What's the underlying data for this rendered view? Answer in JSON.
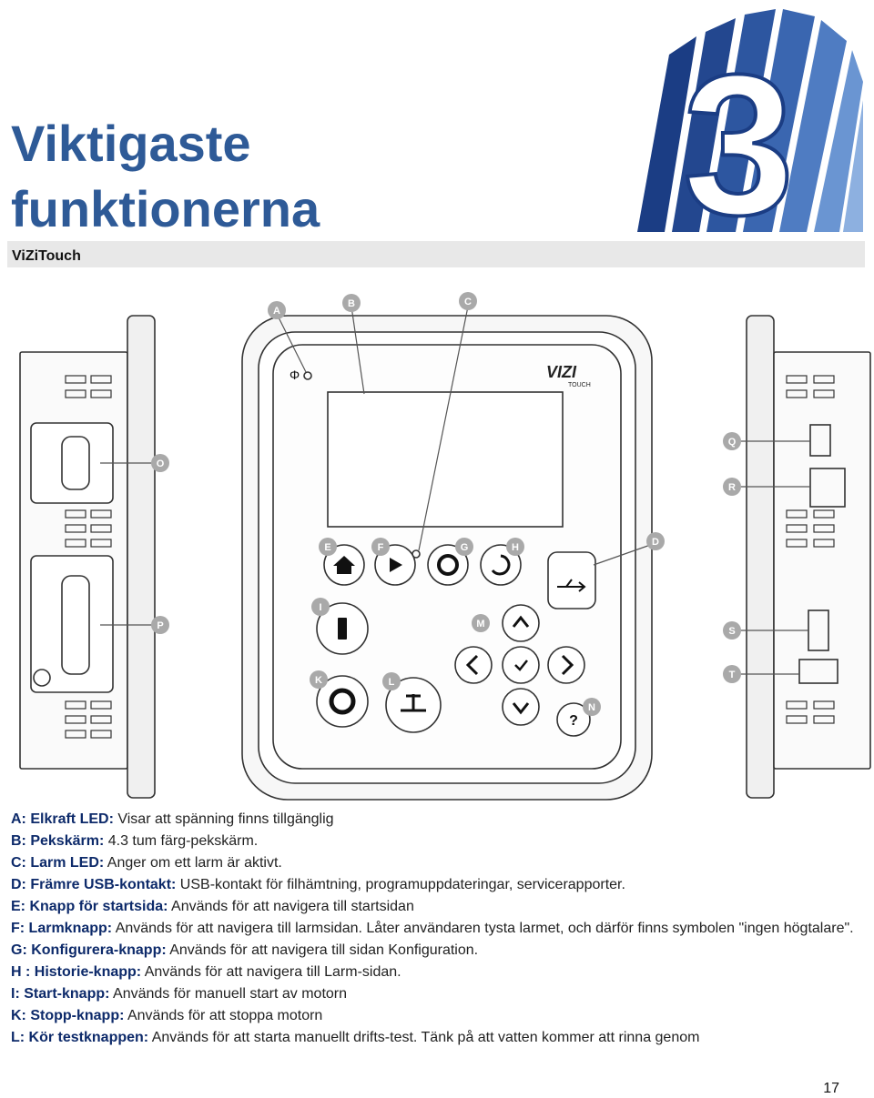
{
  "header": {
    "title_line1": "Viktigaste",
    "title_line2": "funktionerna",
    "subtitle": "ViZiTouch"
  },
  "logo": {
    "glyph": "3",
    "colors": {
      "dark": "#1b3d84",
      "light": "#4f7cc2"
    }
  },
  "device": {
    "brand_logo": "VIZI",
    "brand_sub": "TOUCH",
    "callouts": [
      "A",
      "B",
      "C",
      "D",
      "E",
      "F",
      "G",
      "H",
      "I",
      "K",
      "L",
      "M",
      "N",
      "O",
      "P",
      "Q",
      "R",
      "S",
      "T"
    ],
    "power_symbol": "Φ"
  },
  "legend": [
    {
      "key": "A: Elkraft LED:",
      "text": " Visar att spänning finns tillgänglig"
    },
    {
      "key": "B: Pekskärm:",
      "text": " 4.3 tum färg-pekskärm."
    },
    {
      "key": "C: Larm LED:",
      "text": " Anger om ett larm är aktivt."
    },
    {
      "key": "D: Främre USB-kontakt:",
      "text": " USB-kontakt för filhämtning, programuppdateringar, servicerapporter."
    },
    {
      "key": "E: Knapp för startsida:",
      "text": " Används för att navigera till startsidan"
    },
    {
      "key": "F: Larmknapp:",
      "text": " Används för att navigera till larmsidan. Låter användaren tysta larmet, och därför finns symbolen \"ingen högtalare\"."
    },
    {
      "key": "G: Konfigurera-knapp:",
      "text": " Används för att navigera till sidan Konfiguration."
    },
    {
      "key": "H : Historie-knapp:",
      "text": " Används för att navigera till Larm-sidan."
    },
    {
      "key": "I: Start-knapp:",
      "text": " Används för manuell start av motorn"
    },
    {
      "key": "K: Stopp-knapp:",
      "text": " Används för att stoppa motorn"
    },
    {
      "key": "L: Kör testknappen:",
      "text": " Används för att starta manuellt drifts-test. Tänk på att vatten kommer att rinna genom"
    }
  ],
  "page_number": "17"
}
